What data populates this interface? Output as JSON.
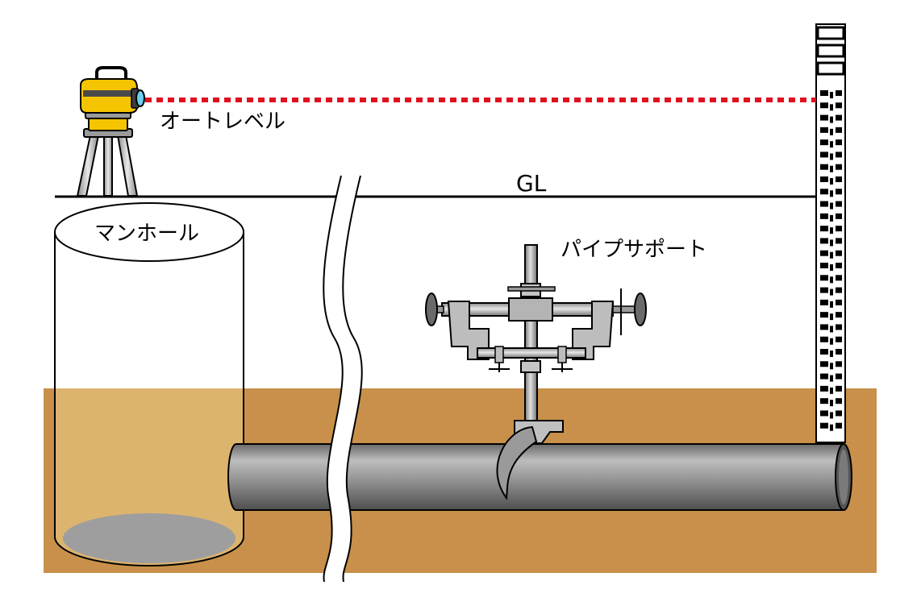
{
  "labels": {
    "auto_level": "オートレベル",
    "ground_line": "GL",
    "manhole": "マンホール",
    "pipe_support": "パイプサポート"
  },
  "colors": {
    "soil_dark": "#c8904a",
    "soil_light": "#dcb46e",
    "sight_line": "#e0101e",
    "level_body": "#f5c400",
    "pipe": "#8a8a8a",
    "manhole_floor": "#9e9e9e",
    "clamp_metal": "#b0b0b0"
  },
  "staff": {
    "mark_count": 28
  }
}
